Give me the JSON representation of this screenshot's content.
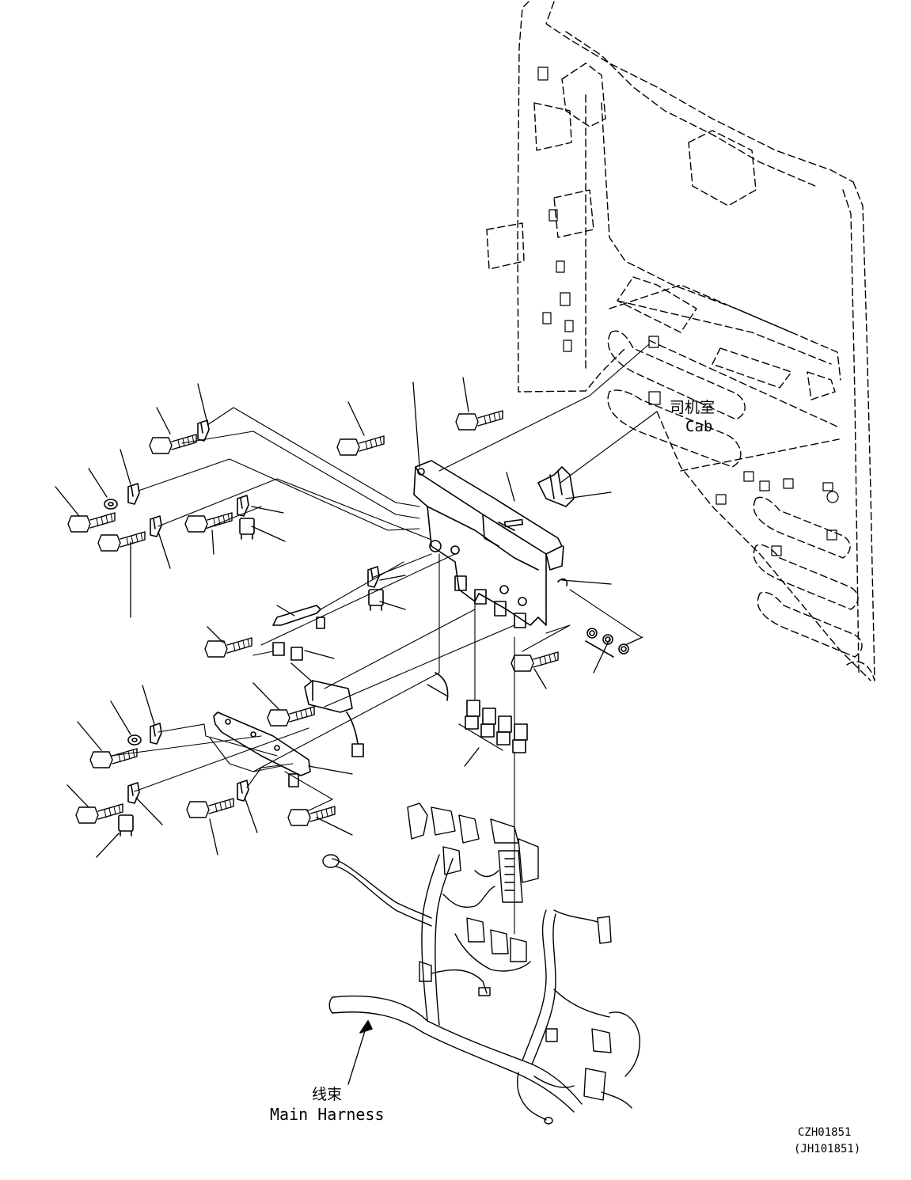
{
  "labels": {
    "cab_cn": "司机室",
    "cab_en": "Cab",
    "harness_cn": "线束",
    "harness_en": "Main Harness",
    "drawing_no": "CZH01851",
    "ref_no": "(JH101851)"
  },
  "stroke_color": "#000000",
  "background_color": "#ffffff"
}
